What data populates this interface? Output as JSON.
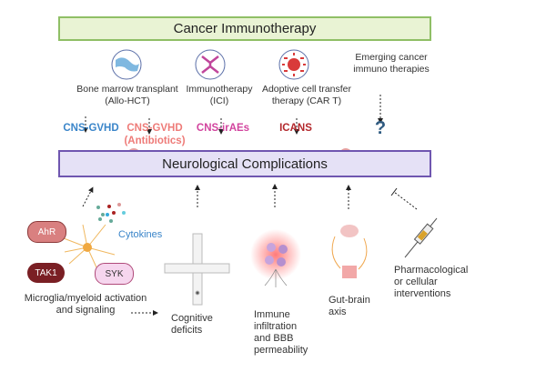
{
  "top_title": "Cancer Immunotherapy",
  "bottom_title": "Neurological Complications",
  "therapies": [
    {
      "label": "Bone marrow transplant",
      "sub": "(Allo-HCT)",
      "icon": "bone-marrow-icon"
    },
    {
      "label": "Immunotherapy",
      "sub": "(ICI)",
      "icon": "antibody-icon"
    },
    {
      "label": "Adoptive cell transfer",
      "sub": "therapy (CAR T)",
      "icon": "car-t-cell-icon"
    },
    {
      "label": "Emerging cancer",
      "sub": "immuno therapies"
    }
  ],
  "outcomes": [
    {
      "label": "CNS-GVHD",
      "color": "#3a85c9"
    },
    {
      "label": "CNS-GVHD",
      "sub": "(Antibiotics)",
      "color": "#ee7b78"
    },
    {
      "label": "CNS-irAEs",
      "color": "#d2449e"
    },
    {
      "label": "ICANS",
      "color": "#b3282c"
    },
    {
      "label": "?",
      "color": "#2e5a80"
    }
  ],
  "mechanisms": {
    "pills": [
      "AhR",
      "TAK1",
      "SYK"
    ],
    "cytokines": "Cytokines",
    "microglia": [
      "Microglia/myeloid activation",
      "and signaling"
    ],
    "cognitive": [
      "Cognitive",
      "deficits"
    ],
    "immune": [
      "Immune",
      "infiltration",
      "and BBB",
      "permeability"
    ],
    "gut": [
      "Gut-brain",
      "axis"
    ],
    "pharma": [
      "Pharmacological",
      "or cellular",
      "interventions"
    ]
  }
}
